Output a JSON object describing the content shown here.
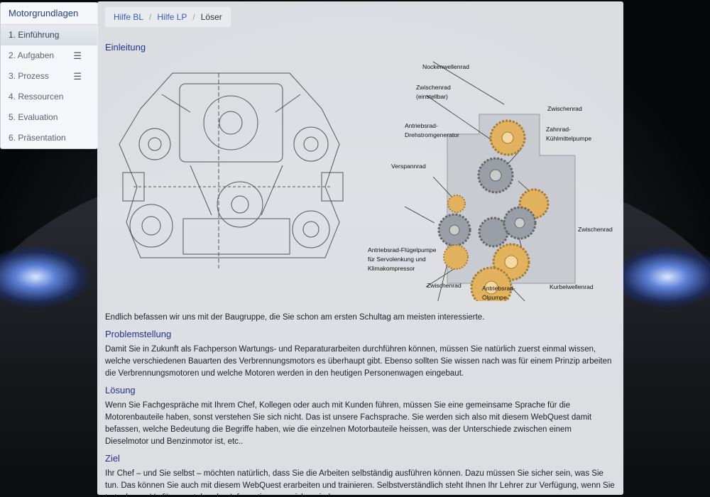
{
  "sidebar": {
    "title": "Motorgrundlagen",
    "items": [
      {
        "label": "1. Einführung",
        "active": true
      },
      {
        "label": "2. Aufgaben",
        "icon": "hamburger-menu-icon"
      },
      {
        "label": "3. Prozess",
        "icon": "hamburger-menu-icon"
      },
      {
        "label": "4. Ressourcen"
      },
      {
        "label": "5. Evaluation"
      },
      {
        "label": "6. Präsentation"
      }
    ]
  },
  "breadcrumb": {
    "items": [
      "Hilfe BL",
      "Hilfe LP",
      "Löser"
    ],
    "separator": "/"
  },
  "sections": {
    "einleitung": {
      "heading": "Einleitung",
      "text": "Endlich befassen wir uns mit der Baugruppe, die Sie schon am ersten Schultag am meisten interessierte."
    },
    "problemstellung": {
      "heading": "Problemstellung",
      "text": "Damit Sie in Zukunft als Fachperson Wartungs- und Reparaturarbeiten durchführen können, müssen Sie natürlich zuerst einmal wissen, welche verschiedenen Bauarten des Verbrennungsmotors es überhaupt gibt. Ebenso sollten Sie wissen nach was für einem Prinzip arbeiten die Verbrennungsmotoren und welche Motoren werden in den heutigen Personenwagen eingebaut."
    },
    "loesung": {
      "heading": "Lösung",
      "text": "Wenn Sie Fachgespräche mit Ihrem Chef, Kollegen oder auch mit Kunden führen, müssen Sie eine gemeinsame Sprache für die Motorenbauteile haben, sonst verstehen Sie sich nicht. Das ist unsere Fachsprache. Sie werden sich also mit diesem WebQuest damit befassen, welche Bedeutung die Begriffe haben, wie die einzelnen Motorbauteile heissen, was der Unterschiede zwischen einem Dieselmotor und Benzinmotor ist, etc.."
    },
    "ziel": {
      "heading": "Ziel",
      "text": "Ihr Chef – und Sie selbst – möchten natürlich, dass Sie die Arbeiten selbständig ausführen können. Dazu müssen Sie sicher sein, was Sie tun. Das können Sie auch mit diesem WebQuest erarbeiten und trainieren. Selbstverständlich steht Ihnen Ihr Lehrer zur Verfügung, wenn Sie trotz den zu Verfügung stehenden Informationen unsicher sind."
    }
  },
  "gear_diagram": {
    "labels": {
      "nockenwellenrad": "Nockenwellenrad",
      "zwischenrad_einstellbar_1": "Zwischenrad",
      "zwischenrad_einstellbar_2": "(einstellbar)",
      "zwischenrad_top": "Zwischenrad",
      "zahnrad_kuehl_1": "Zahnrad-",
      "zahnrad_kuehl_2": "Kühlmittelpumpe",
      "antrieb_dreh_1": "Antriebsrad-",
      "antrieb_dreh_2": "Drehstromgenerator",
      "verspannrad": "Verspannrad",
      "zwischenrad_right": "Zwischenrad",
      "fluegel_1": "Antriebsrad-Flügelpumpe",
      "fluegel_2": "für Servolenkung und",
      "fluegel_3": "Klimakompressor",
      "zwischenrad_bottom": "Zwischenrad",
      "oelpumpe_1": "Antriebsrad-",
      "oelpumpe_2": "Ölpumpe",
      "kurbelwellenrad": "Kurbelwellenrad"
    },
    "colors": {
      "gold": "#e3b25e",
      "grey": "#9a9ea6"
    }
  },
  "colors": {
    "heading": "#23338a",
    "link": "#3560b5",
    "sidebar_title": "#1f3d8a"
  }
}
